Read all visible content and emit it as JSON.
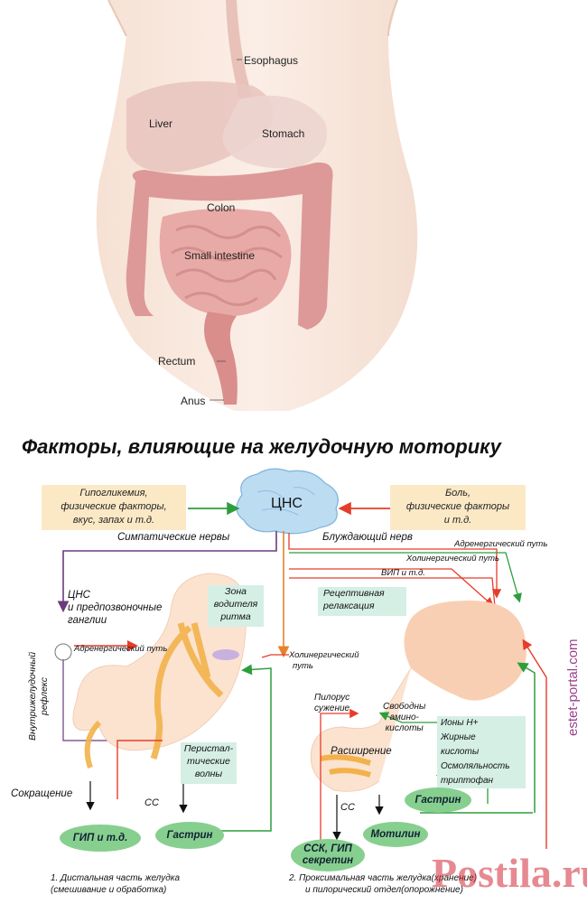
{
  "anatomy": {
    "labels": {
      "esophagus": "Esophagus",
      "liver": "Liver",
      "stomach": "Stomach",
      "colon": "Colon",
      "small_intestine": "Small intestine",
      "rectum": "Rectum",
      "anus": "Anus"
    }
  },
  "diagram": {
    "title": "Факторы, влияющие на желудочную моторику",
    "cns": "ЦНС",
    "left_box": [
      "Гипогликемия,",
      "физические факторы,",
      "вкус, запах и т.д."
    ],
    "right_box": [
      "Боль,",
      "физические факторы",
      "и т.д."
    ],
    "labels": {
      "sympathetic": "Симпатические нервы",
      "vagus": "Блуждающий нерв",
      "adrenergic_right": "Адренергический путь",
      "cholinergic_right": "Холинергический путь",
      "vip": "ВИП и т.д.",
      "receptive_1": "Рецептивная",
      "receptive_2": "релаксация",
      "cns_ganglia_1": "ЦНС",
      "cns_ganglia_2": "и предпозвоночные",
      "cns_ganglia_3": "ганглии",
      "pacemaker_1": "Зона",
      "pacemaker_2": "водителя",
      "pacemaker_3": "ритма",
      "adrenergic_left": "Адренергический путь",
      "cholinergic_mid_1": "Холинергический",
      "cholinergic_mid_2": "путь",
      "reflex_1": "Внутрижелудочный",
      "reflex_2": "рефлекс",
      "pylorus_1": "Пилорус",
      "pylorus_2": "сужение",
      "amino_1": "Свободны",
      "amino_2": "амино-",
      "amino_3": "кислоты",
      "expansion": "Расширение",
      "peristalsis_1": "Перистал-",
      "peristalsis_2": "тические",
      "peristalsis_3": "волны",
      "contraction": "Сокращение",
      "ss_left": "СС",
      "ss_right": "СС"
    },
    "ions_box": [
      "Ионы H+",
      "Жирные",
      "кислоты",
      "Осмоляльность",
      "триптофан"
    ],
    "pills": {
      "gip": "ГИП и т.д.",
      "gastrin_left": "Гастрин",
      "gastrin_right": "Гастрин",
      "motilin": "Мотилин",
      "cck_1": "ССК, ГИП",
      "cck_2": "секретин"
    },
    "captions": {
      "left_1": "1. Дистальная часть желудка",
      "left_2": "(смешивание и обработка)",
      "right_1": "2. Проксимальная часть желудка(хранение)",
      "right_2": "и пилорический отдел(опорожнение)"
    },
    "watermark_side": "estet-portal.com",
    "watermark_bottom": "Postila.ru",
    "colors": {
      "sympathetic": "#6b3b7e",
      "parasympathetic": "#e8812a",
      "inhibitory": "#e63c2a",
      "excitatory": "#2e9e3c",
      "hormone": "#87cf8f"
    }
  }
}
